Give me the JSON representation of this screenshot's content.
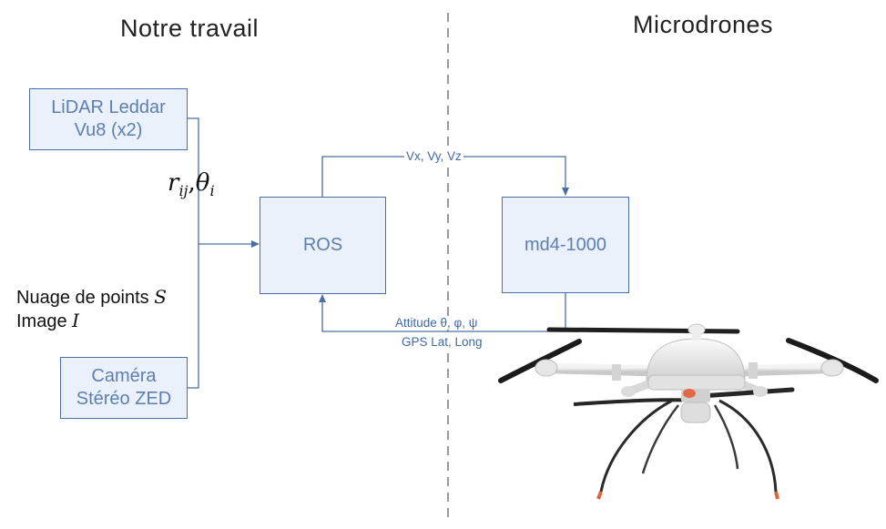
{
  "header": {
    "left_title": "Notre travail",
    "right_title": "Microdrones"
  },
  "nodes": {
    "lidar": "LiDAR Leddar\nVu8 (x2)",
    "camera": "Caméra\nStéréo ZED",
    "ros": "ROS",
    "md4": "md4-1000"
  },
  "labels": {
    "lidar_output_r": "r",
    "lidar_output_r_sub": "ij",
    "lidar_output_theta": "θ",
    "lidar_output_theta_sub": "i",
    "camera_output_line1_text": "Nuage de points ",
    "camera_output_line1_sym": "S",
    "camera_output_line2_text": "Image ",
    "camera_output_line2_sym": "I",
    "velocity_command": "Vx, Vy, Vz",
    "feedback_line1": "Attitude θ, φ, ψ",
    "feedback_line2": "GPS Lat, Long"
  },
  "colors": {
    "box_border": "#4a6fa5",
    "box_fill": "#eaf1fb",
    "box_text": "#5d7fb0",
    "connector": "#4a6fa5",
    "divider": "#9a9a9a"
  },
  "images": {
    "drone": "quadcopter-drone-photo"
  }
}
